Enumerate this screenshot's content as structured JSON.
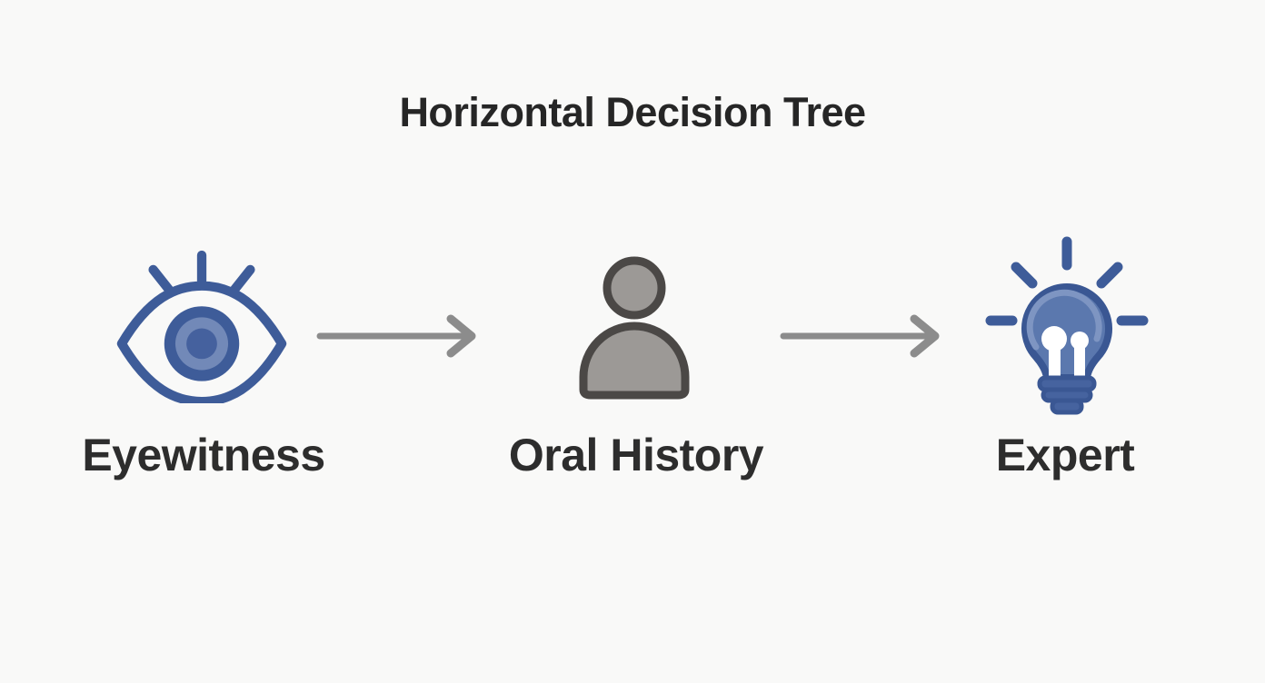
{
  "title": "Horizontal Decision Tree",
  "nodes": [
    {
      "id": "eyewitness",
      "label": "Eyewitness",
      "icon": "eye-icon"
    },
    {
      "id": "oral-history",
      "label": "Oral History",
      "icon": "person-icon"
    },
    {
      "id": "expert",
      "label": "Expert",
      "icon": "lightbulb-icon"
    }
  ],
  "connectors": [
    {
      "from": "Eyewitness",
      "to": "Oral History",
      "style": "right-arrow"
    },
    {
      "from": "Oral History",
      "to": "Expert",
      "style": "right-arrow"
    }
  ],
  "colors": {
    "background": "#f9f9f8",
    "title_text": "#262626",
    "label_text": "#2d2d2d",
    "arrow_gray": "#8c8c8c",
    "eye_blue": "#3e5c99",
    "eye_iris_light": "#7289b8",
    "eye_iris_center": "#45619e",
    "person_fill": "#9c9996",
    "person_outline": "#4b4846",
    "bulb_fill": "#5b78ae",
    "bulb_outline": "#3a5793",
    "bulb_highlight": "#7e95c2",
    "bulb_base": "#46639f",
    "bulb_filament": "#ffffff"
  }
}
